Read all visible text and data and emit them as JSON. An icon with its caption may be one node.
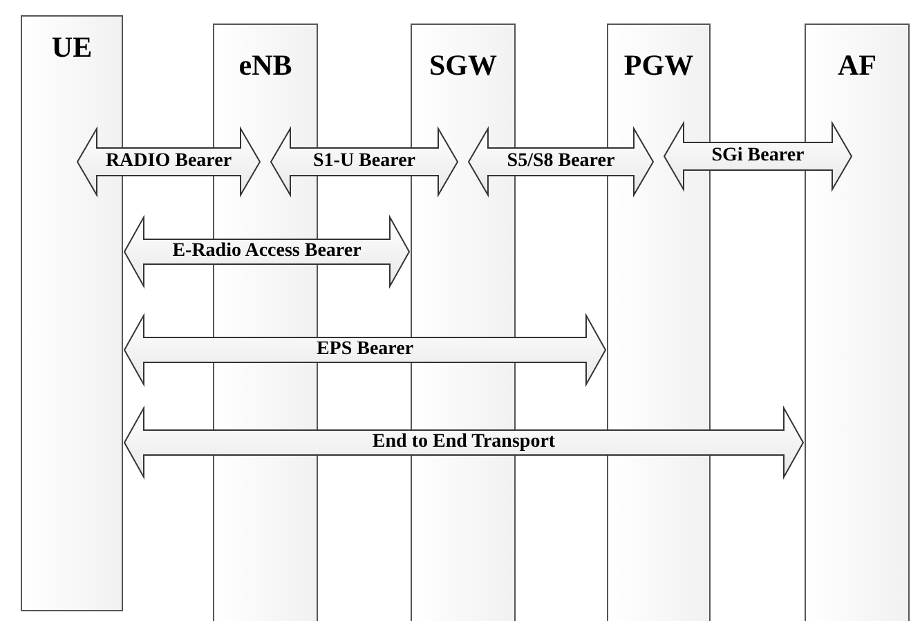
{
  "diagram": {
    "nodes": [
      {
        "text": [
          "UE"
        ]
      },
      {
        "text": [
          "eNB"
        ]
      },
      {
        "text": [
          "SGW"
        ]
      },
      {
        "text": [
          "PGW"
        ]
      },
      {
        "text": [
          "AF"
        ]
      }
    ],
    "edges": [
      {
        "from": 0,
        "to": 1,
        "arrow": "both",
        "label": "RADIO Bearer"
      },
      {
        "from": 1,
        "to": 2,
        "arrow": "both",
        "label": "S1-U Bearer"
      },
      {
        "from": 2,
        "to": 3,
        "arrow": "both",
        "label": "S5/S8 Bearer"
      },
      {
        "from": 3,
        "to": 4,
        "arrow": "both",
        "label": "SGi Bearer"
      },
      {
        "from": 0,
        "to": 2,
        "arrow": "both",
        "label": "E-Radio Access Bearer"
      },
      {
        "from": 0,
        "to": 3,
        "arrow": "both",
        "label": "EPS Bearer"
      },
      {
        "from": 0,
        "to": 4,
        "arrow": "both",
        "label": "End to End Transport"
      }
    ]
  }
}
